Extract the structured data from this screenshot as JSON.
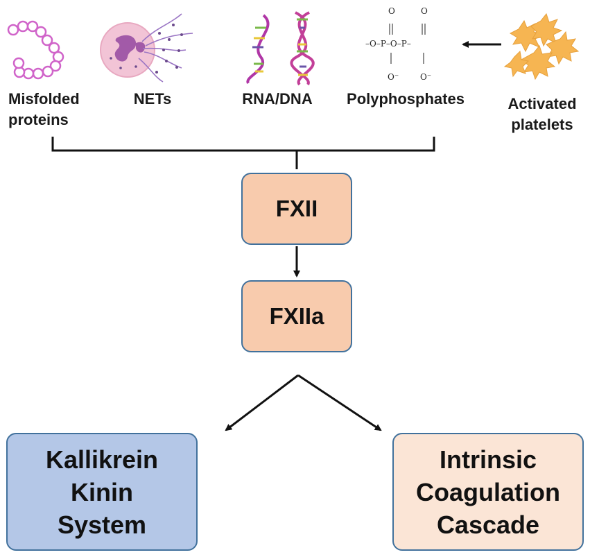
{
  "sources": {
    "misfolded": [
      "Misfolded",
      "proteins"
    ],
    "nets": "NETs",
    "rna_dna": "RNA/DNA",
    "polyphosphates": "Polyphosphates",
    "platelets": [
      "Activated",
      "platelets"
    ]
  },
  "chem": {
    "o_top_1": "O",
    "o_top_2": "O",
    "chain": "–O–P–O–P–",
    "o_bottom_1": "O⁻",
    "o_bottom_2": "O⁻"
  },
  "nodes": {
    "fxii": "FXII",
    "fxiia": "FXIIa",
    "kallikrein": [
      "Kallikrein",
      "Kinin",
      "System"
    ],
    "intrinsic": [
      "Intrinsic",
      "Coagulation",
      "Cascade"
    ]
  },
  "colors": {
    "fx_fill": "#f8cbad",
    "kallikrein_fill": "#b4c7e7",
    "intrinsic_fill": "#fbe5d6",
    "border": "#41719c",
    "protein": "#d063c9",
    "platelet": "#f6b552"
  },
  "icons": [
    "protein-chain-icon",
    "neutrophil-net-icon",
    "rna-icon",
    "dna-icon",
    "platelets-icon"
  ]
}
